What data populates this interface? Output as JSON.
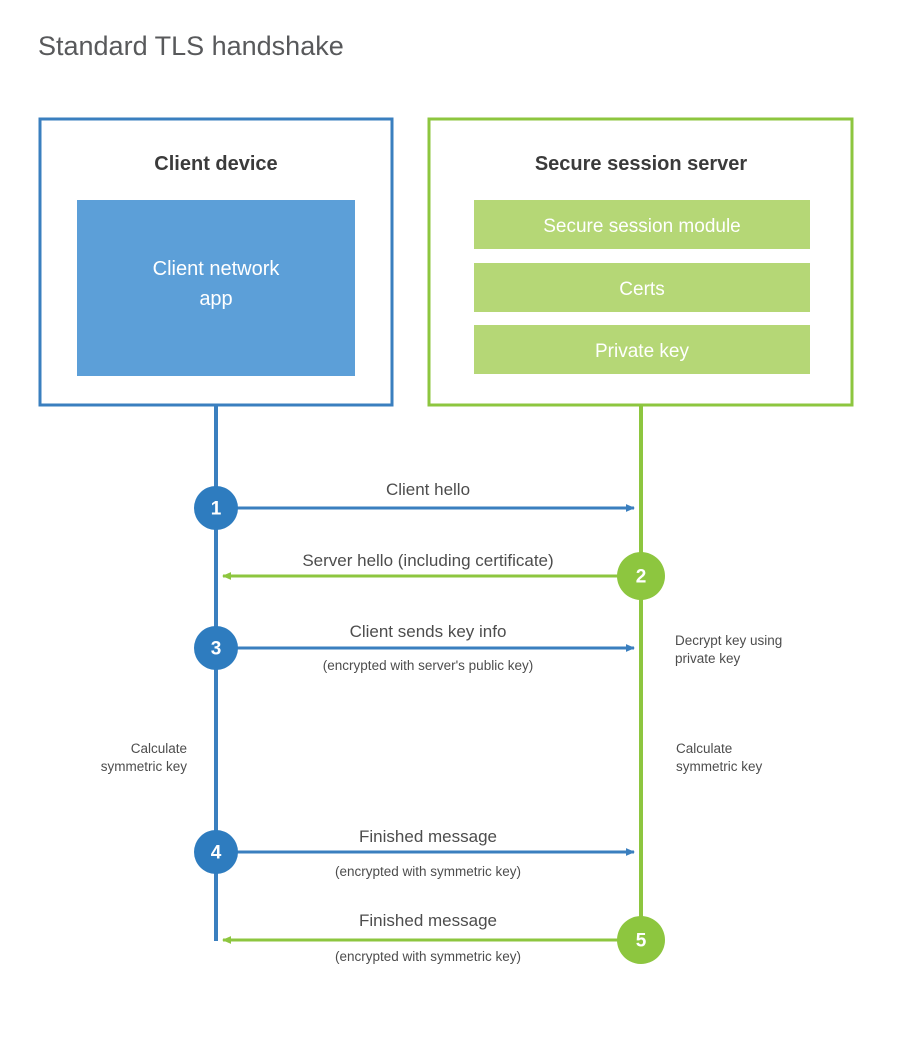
{
  "page": {
    "title": "Standard TLS handshake",
    "background_color": "#ffffff"
  },
  "colors": {
    "client_border": "#3a7fbf",
    "client_fill": "#5c9fd8",
    "client_line": "#3a7fbf",
    "client_step": "#2e7cbf",
    "server_border": "#8dc63f",
    "server_fill": "#b5d776",
    "server_line": "#8dc63f",
    "server_step": "#8dc63f",
    "title_text": "#58595b",
    "body_text": "#4d4d4d",
    "heading_text": "#3b3b3b",
    "white": "#ffffff"
  },
  "client": {
    "title": "Client device",
    "app_label_line1": "Client network",
    "app_label_line2": "app"
  },
  "server": {
    "title": "Secure session server",
    "blocks": [
      {
        "label": "Secure session module"
      },
      {
        "label": "Certs"
      },
      {
        "label": "Private key"
      }
    ]
  },
  "chart_data": {
    "type": "diagram",
    "diagram_kind": "sequence",
    "title": "Standard TLS handshake",
    "participants": [
      {
        "id": "client",
        "name": "Client device",
        "side": "left"
      },
      {
        "id": "server",
        "name": "Secure session server",
        "side": "right"
      }
    ],
    "steps": [
      {
        "number": "1",
        "label": "Client hello",
        "sublabel": "",
        "from": "client",
        "to": "server",
        "direction": "right",
        "marker_side": "left"
      },
      {
        "number": "2",
        "label": "Server hello (including certificate)",
        "sublabel": "",
        "from": "server",
        "to": "client",
        "direction": "left",
        "marker_side": "right"
      },
      {
        "number": "3",
        "label": "Client sends key info",
        "sublabel": "(encrypted with server's public key)",
        "from": "client",
        "to": "server",
        "direction": "right",
        "marker_side": "left"
      },
      {
        "number": "4",
        "label": "Finished message",
        "sublabel": "(encrypted with symmetric key)",
        "from": "client",
        "to": "server",
        "direction": "right",
        "marker_side": "left"
      },
      {
        "number": "5",
        "label": "Finished message",
        "sublabel": "(encrypted with symmetric key)",
        "from": "server",
        "to": "client",
        "direction": "left",
        "marker_side": "right"
      }
    ],
    "annotations": [
      {
        "id": "decrypt",
        "side": "right",
        "line1": "Decrypt key using",
        "line2": "private key"
      },
      {
        "id": "calc-left",
        "side": "left",
        "line1": "Calculate",
        "line2": "symmetric key"
      },
      {
        "id": "calc-right",
        "side": "right",
        "line1": "Calculate",
        "line2": "symmetric key"
      }
    ]
  },
  "notes": {
    "decrypt_line1": "Decrypt key using",
    "decrypt_line2": "private key",
    "calc_left_line1": "Calculate",
    "calc_left_line2": "symmetric key",
    "calc_right_line1": "Calculate",
    "calc_right_line2": "symmetric key"
  },
  "steps": {
    "s1": {
      "number": "1",
      "label": "Client hello"
    },
    "s2": {
      "number": "2",
      "label": "Server hello (including certificate)"
    },
    "s3": {
      "number": "3",
      "label": "Client sends key info",
      "sublabel": "(encrypted with server's public key)"
    },
    "s4": {
      "number": "4",
      "label": "Finished message",
      "sublabel": "(encrypted with symmetric key)"
    },
    "s5": {
      "number": "5",
      "label": "Finished message",
      "sublabel": "(encrypted with symmetric key)"
    }
  }
}
